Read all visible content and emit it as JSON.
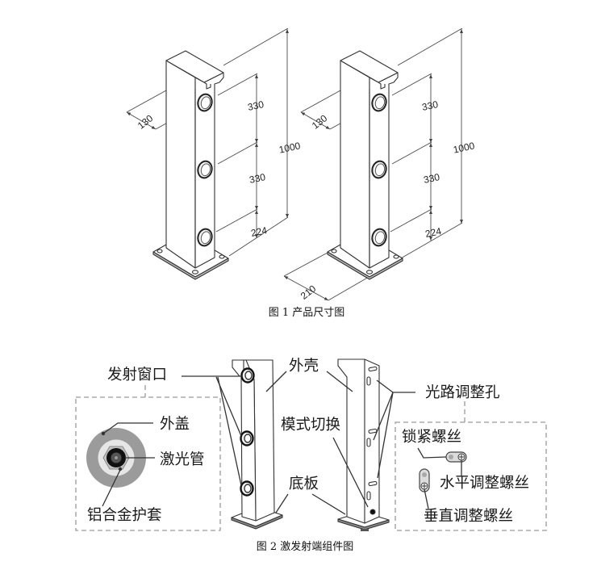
{
  "figure1": {
    "caption": "图 1 产品尺寸图",
    "left_post": {
      "depth": "130",
      "total_height": "1000",
      "beam_spacing_upper": "330",
      "beam_spacing_lower": "330",
      "bottom_beam_height": "224"
    },
    "right_post": {
      "depth": "130",
      "total_height": "1000",
      "beam_spacing_upper": "330",
      "beam_spacing_lower": "330",
      "bottom_beam_height": "224",
      "base_width": "210"
    }
  },
  "figure2": {
    "caption": "图 2 激发射端组件图",
    "labels": {
      "emit_window": "发射窗口",
      "outer_cover": "外盖",
      "laser_tube": "激光管",
      "alloy_sleeve": "铝合金护套",
      "housing": "外壳",
      "mode_switch": "模式切换",
      "base_plate": "底板",
      "optical_adjust_holes": "光路调整孔",
      "lock_screw": "锁紧螺丝",
      "horizontal_adjust_screw": "水平调整螺丝",
      "vertical_adjust_screw": "垂直调整螺丝"
    }
  },
  "colors": {
    "line": "#333333",
    "dashed_box": "#9a9a9a",
    "cover_gray": "#9b9b9b",
    "laser_tube": "#111111",
    "background": "#ffffff"
  }
}
